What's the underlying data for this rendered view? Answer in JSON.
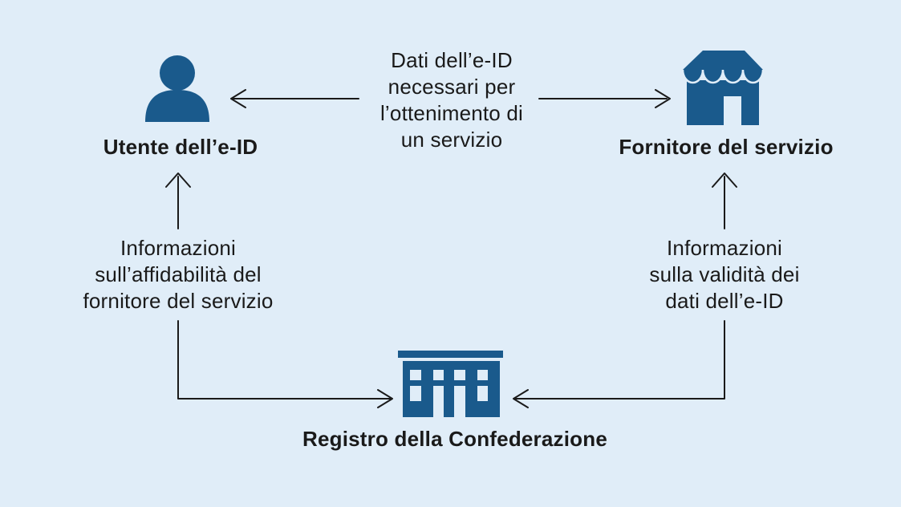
{
  "colors": {
    "background": "#e0edf8",
    "icon_blue": "#1a5a8c",
    "text": "#1a1a1a",
    "arrow": "#1a1a1a"
  },
  "nodes": {
    "user": {
      "label": "Utente dell’e-ID",
      "icon": "person-icon"
    },
    "provider": {
      "label": "Fornitore del servizio",
      "icon": "storefront-icon"
    },
    "registry": {
      "label": "Registro della Confederazione",
      "icon": "government-building-icon"
    }
  },
  "edges": {
    "user_provider": {
      "direction": "bidirectional",
      "lines": [
        "Dati dell’e-ID",
        "necessari per",
        "l’ottenimento di",
        "un servizio"
      ]
    },
    "registry_user": {
      "direction": "registry-to-user",
      "lines": [
        "Informazioni",
        "sull’affidabilità del",
        "fornitore del servizio"
      ]
    },
    "registry_provider": {
      "direction": "registry-to-provider",
      "lines": [
        "Informazioni",
        "sulla validità dei",
        "dati dell’e-ID"
      ]
    }
  }
}
